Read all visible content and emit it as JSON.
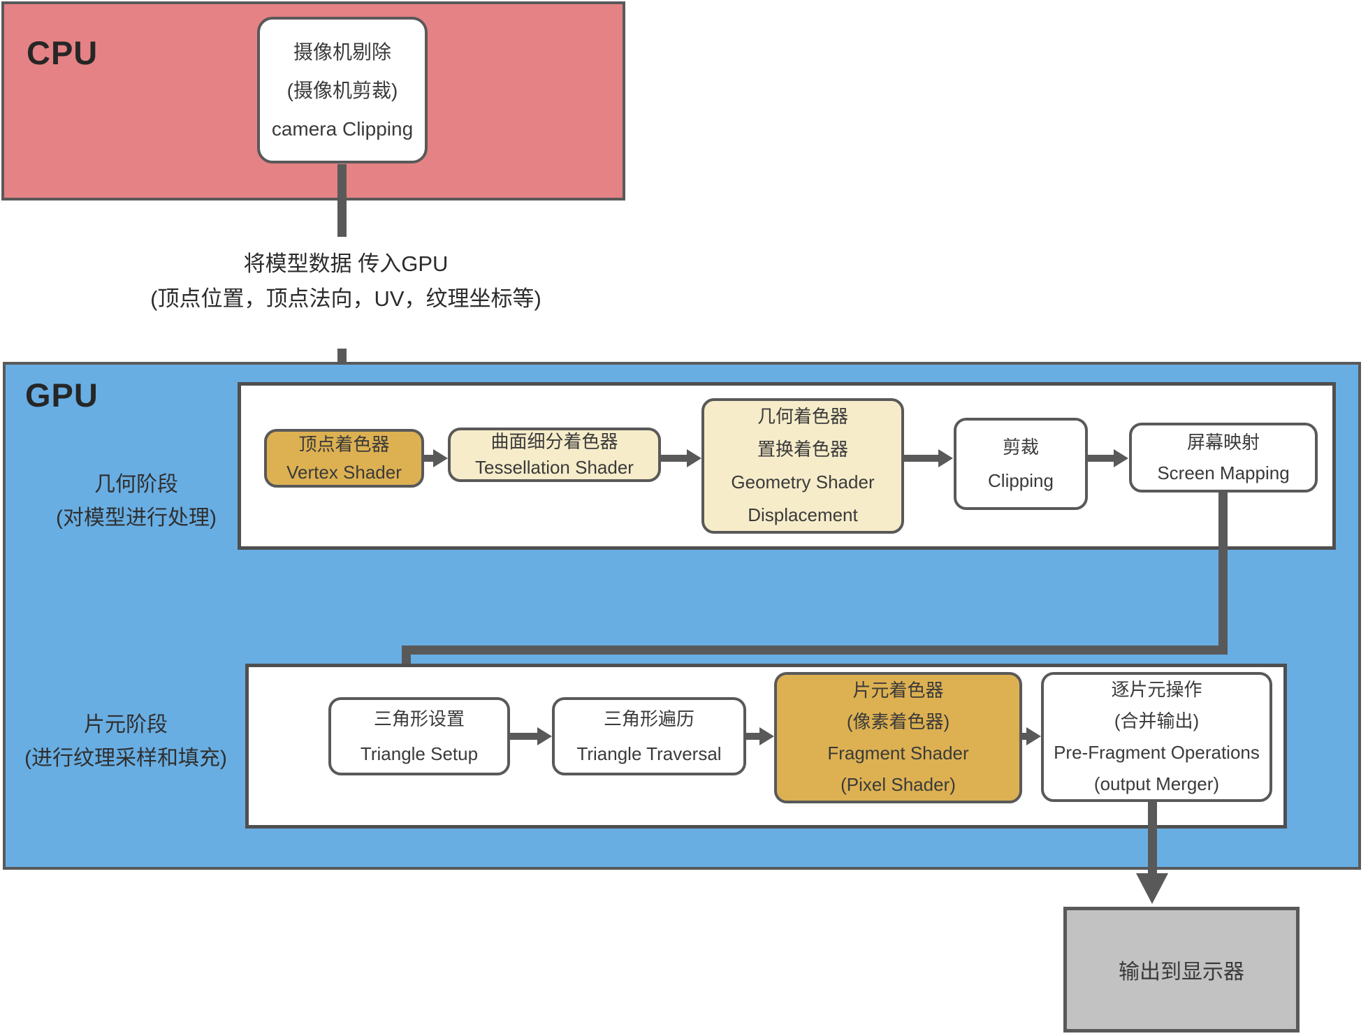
{
  "colors": {
    "cpu_fill": "#e58285",
    "gpu_fill": "#68aee3",
    "highlight_gold": "#ddb152",
    "soft_cream": "#f6ecca",
    "display_fill": "#c2c2c2",
    "line_gray": "#595959"
  },
  "cpu": {
    "label": "CPU",
    "camera_node": {
      "lines": [
        "摄像机剔除",
        "(摄像机剪裁)",
        "camera Clipping"
      ]
    }
  },
  "transfer": {
    "line1": "将模型数据 传入GPU",
    "line2": "(顶点位置，顶点法向，UV，纹理坐标等)"
  },
  "gpu": {
    "label": "GPU",
    "geometry_stage": {
      "title": "几何阶段",
      "subtitle": "(对模型进行处理)",
      "nodes": [
        {
          "id": "vertex-shader",
          "lines": [
            "顶点着色器",
            "Vertex Shader"
          ]
        },
        {
          "id": "tessellation-shader",
          "lines": [
            "曲面细分着色器",
            "Tessellation Shader"
          ]
        },
        {
          "id": "geometry-shader",
          "lines": [
            "几何着色器",
            "置换着色器",
            "Geometry Shader",
            "Displacement"
          ]
        },
        {
          "id": "clipping",
          "lines": [
            "剪裁",
            "Clipping"
          ]
        },
        {
          "id": "screen-mapping",
          "lines": [
            "屏幕映射",
            "Screen Mapping"
          ]
        }
      ]
    },
    "fragment_stage": {
      "title": "片元阶段",
      "subtitle": "(进行纹理采样和填充)",
      "nodes": [
        {
          "id": "triangle-setup",
          "lines": [
            "三角形设置",
            "Triangle Setup"
          ]
        },
        {
          "id": "triangle-traversal",
          "lines": [
            "三角形遍历",
            "Triangle Traversal"
          ]
        },
        {
          "id": "fragment-shader",
          "lines": [
            "片元着色器",
            "(像素着色器)",
            "Fragment Shader",
            "(Pixel Shader)"
          ]
        },
        {
          "id": "per-fragment-operations",
          "lines": [
            "逐片元操作",
            "(合并输出)",
            "Pre-Fragment Operations",
            "(output Merger)"
          ]
        }
      ]
    }
  },
  "display": {
    "label": "输出到显示器"
  }
}
